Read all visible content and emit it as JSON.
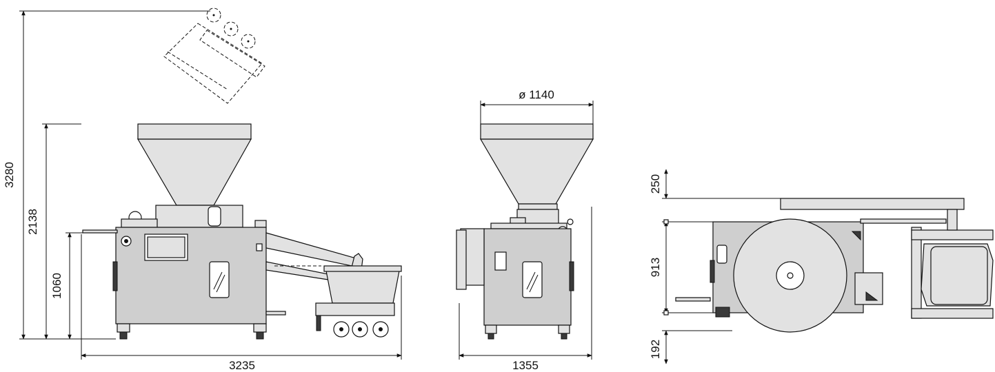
{
  "dimensions": {
    "side_total_height": "3280",
    "side_hopper_height": "2138",
    "side_table_height": "1060",
    "side_total_length": "3235",
    "front_hopper_diameter": "ø 1140",
    "front_width": "1355",
    "top_offset_upper": "250",
    "top_body_depth": "913",
    "top_offset_lower": "192"
  }
}
